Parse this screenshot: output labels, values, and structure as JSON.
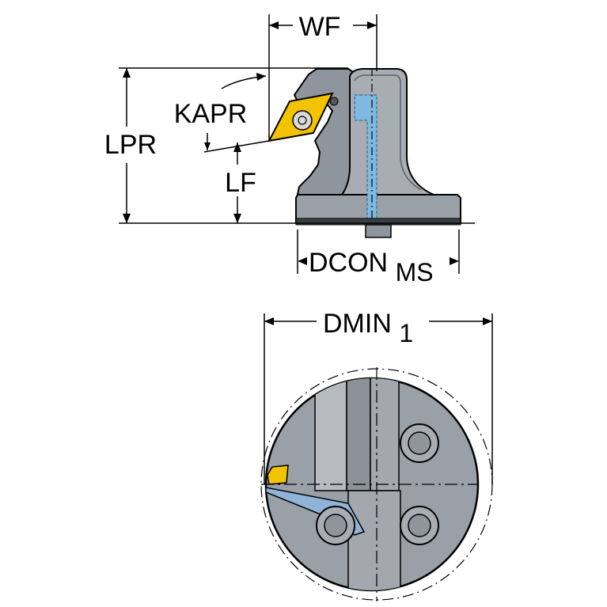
{
  "labels": {
    "wf": "WF",
    "kapr": "KAPR",
    "lpr": "LPR",
    "lf": "LF",
    "dcon_main": "DCON",
    "dcon_sub": "MS",
    "dmin_main": "DMIN",
    "dmin_sub": "1"
  },
  "colors": {
    "body": "#9aa0a7",
    "body_dark": "#6d737a",
    "body_light": "#c4c8cd",
    "insert": "#f2c400",
    "coolant": "#7fb8e0",
    "line": "#000000"
  }
}
